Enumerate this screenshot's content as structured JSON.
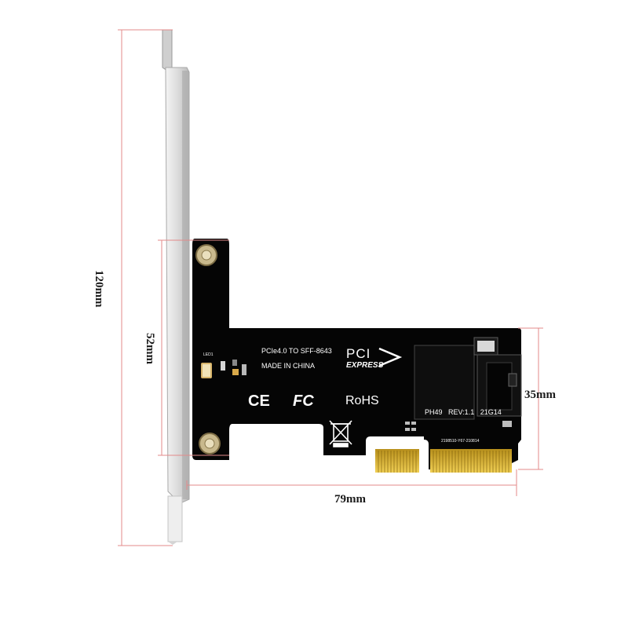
{
  "dimensions": {
    "bracket_height": "120mm",
    "board_height": "52mm",
    "connector_height": "35mm",
    "board_length": "79mm"
  },
  "pcb": {
    "line1": "PCIe4.0 TO SFF-8643",
    "line2": "MADE IN CHINA",
    "led_label": "LED1",
    "ce_mark": "CE",
    "fc_mark": "FC",
    "rohs": "RoHS",
    "pci_logo_top": "PCI",
    "pci_logo_bottom": "EXPRESS",
    "rev_line": "PH49   REV:1.1   21G14",
    "serial": "2198510-Y67-210814"
  },
  "colors": {
    "pcb": "#050505",
    "dimension_line": "#e38a8a",
    "gold_fingers": "#d8b63a",
    "bracket": "#d9d9d9"
  }
}
